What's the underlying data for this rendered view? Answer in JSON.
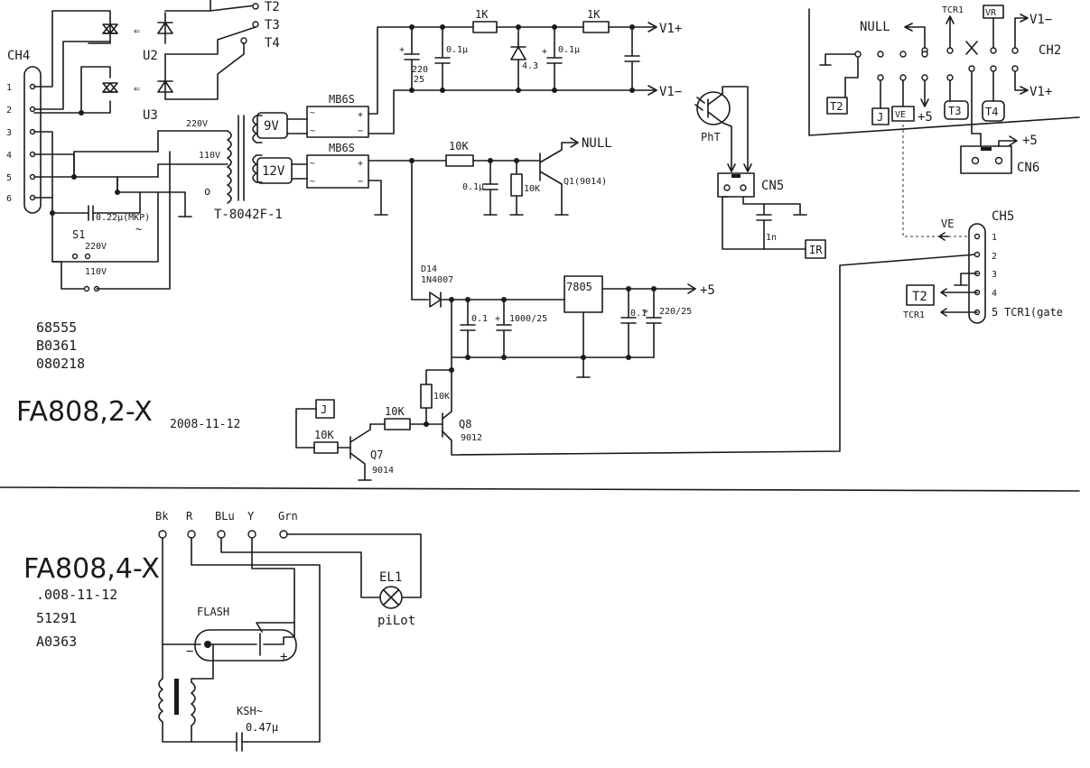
{
  "diagram_top": {
    "model": "FA808,2-X",
    "date": "2008-11-12",
    "codes": [
      "68555",
      "B0361",
      "080218"
    ],
    "connectors": {
      "ch4": "CH4",
      "ch4_pins": [
        "1",
        "2",
        "3",
        "4",
        "5",
        "6"
      ],
      "ch2": "CH2",
      "ch5": "CH5",
      "ch5_pins": [
        "1",
        "2",
        "3",
        "4",
        "5"
      ],
      "cn5": "CN5",
      "cn6": "CN6"
    },
    "terminals": {
      "t2": "T2",
      "t3": "T3",
      "t4": "T4"
    },
    "ics": {
      "u2": "U2",
      "u3": "U3",
      "reg": "7805"
    },
    "transformer": {
      "label": "T-8042F-1",
      "tap220": "220V",
      "tap110": "110V",
      "sec9": "9V",
      "sec12": "12V",
      "tap_o": "o"
    },
    "bridges": {
      "b1": "MB6S",
      "b2": "MB6S",
      "tilde": "~",
      "plus": "+",
      "minus": "−"
    },
    "switch": {
      "label": "S1",
      "v220": "220V",
      "v110": "110V"
    },
    "cap_mkp": {
      "label": "0.22μ(MKP)",
      "tilde": "~"
    },
    "caps": {
      "c_220_25": [
        "220",
        "25"
      ],
      "c_01a": "0.1μ",
      "c_01b": "0.1μ",
      "c_q1": "0.1μ",
      "c_reg_in_a": "0.1",
      "c_reg_in_b": "1000/25",
      "c_reg_out_a": "0.1",
      "c_reg_out_b": "220/25",
      "c_cn5": "1n",
      "plus": "+"
    },
    "resistors": {
      "r1": "1K",
      "r2": "1K",
      "r3": "10K",
      "r4": "10K",
      "r5": "10K",
      "r6": "10K",
      "r7": "10K"
    },
    "zener": "4.3",
    "rails": {
      "v1p": "V1+",
      "v1m": "V1−",
      "null": "NULL",
      "p5": "+5"
    },
    "diode": {
      "ref": "D14",
      "part": "1N4007"
    },
    "transistors": {
      "q1": "Q1(9014)",
      "q7": "Q7",
      "q7p": "9014",
      "q8": "Q8",
      "q8p": "9012"
    },
    "pht": "PhT",
    "ir": "IR",
    "j": "J",
    "ch2_pins": {
      "null": "NULL",
      "tcr1": "TCR1",
      "vr": "VR",
      "v1m": "V1−",
      "v1p": "V1+",
      "t2": "T2",
      "j": "J",
      "ve": "VE",
      "p5": "+5",
      "t3": "T3",
      "t4": "T4"
    },
    "ch5_labels": {
      "ve": "VE",
      "t2": "T2",
      "tcr1_small": "TCR1",
      "tcr1_gate": "TCR1(gate"
    }
  },
  "diagram_bottom": {
    "model": "FA808,4-X",
    "date": ".008-11-12",
    "codes": [
      "51291",
      "A0363"
    ],
    "wires": [
      "Bk",
      "R",
      "BLu",
      "Y",
      "Grn"
    ],
    "lamp": {
      "ref": "EL1",
      "desc": "piLot"
    },
    "flash": "FLASH",
    "flash_minus": "−",
    "flash_plus": "+",
    "ksh": "KSH~",
    "cap": "0.47μ"
  }
}
